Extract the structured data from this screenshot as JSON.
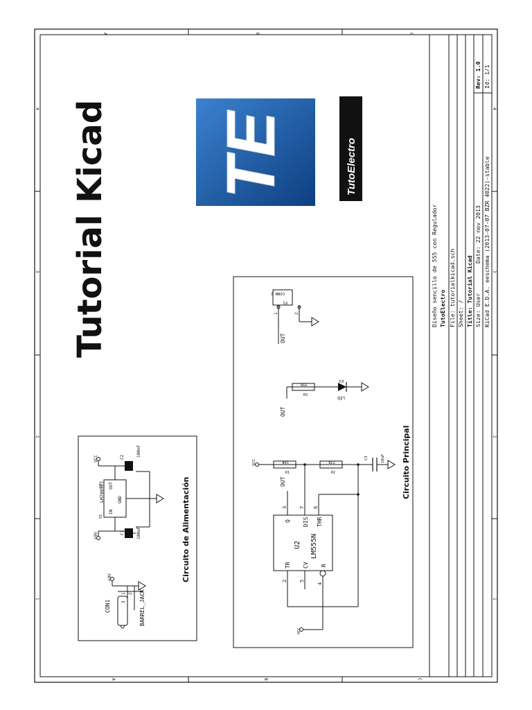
{
  "title": "Tutorial Kicad",
  "logo": {
    "letters": "TE",
    "brand": "TutoElectro",
    "bg_color": "#1f5fa8"
  },
  "border": {
    "col_labels": [
      "A",
      "B",
      "C"
    ],
    "row_labels": [
      "4",
      "3",
      "2",
      "1"
    ]
  },
  "title_block": {
    "description": "Diseño sencillo de 555 con Regulador",
    "company": "TutoElectro",
    "file": "File: tutorialkicad.sch",
    "sheet": "Sheet: /",
    "title": "Title: Tutorial Kicad",
    "size": "Size: User",
    "date": "Date: 22 nov 2013",
    "rev": "Rev: 1.0",
    "kicad": "KiCad E.D.A.  eeschema (2013-07-07 BZR 4022)-stable",
    "id": "Id: 1/1"
  },
  "power_section": {
    "caption": "Circuito de Alimentación",
    "con1": "CON1",
    "barrel": "BARREL_JACK",
    "reg_name": "LM7805CT",
    "reg_in": "IN",
    "reg_out": "OUT",
    "reg_gnd": "GND",
    "reg_vi": "VI",
    "reg_vo": "VO",
    "c1": "C1",
    "c1_val": "100uF",
    "c2": "C2",
    "c2_val": "100nF",
    "vin_a": "+9V",
    "vin_b": "+9V",
    "vcc": "VCC",
    "pin1": "1",
    "pin2": "2",
    "pin3": "3"
  },
  "main_section": {
    "caption": "Circuito Principal",
    "u2": "U2",
    "u2_part": "LM555N",
    "pins": {
      "tr": "TR",
      "cv": "CV",
      "r": "R",
      "q": "Q",
      "dis": "DIS",
      "thr": "THR"
    },
    "pin_nums": {
      "p2": "2",
      "p5": "5",
      "p4": "4",
      "p3": "3",
      "p7": "7",
      "p6": "6"
    },
    "r1": "R1",
    "r1_val": "10K",
    "r2": "R2",
    "r2_val": "22K",
    "r3": "R3",
    "r3_val": "330",
    "c3": "C3",
    "c3_val": "10uF",
    "d1": "D1",
    "d1_val": "LED",
    "p1": "P1",
    "p1_val": "CONN_2",
    "out1": "OUT",
    "out2": "OUT",
    "out3": "OUT",
    "vcc_a": "VCC",
    "vcc_b": "VCC",
    "pin1": "1",
    "pin2": "2"
  }
}
